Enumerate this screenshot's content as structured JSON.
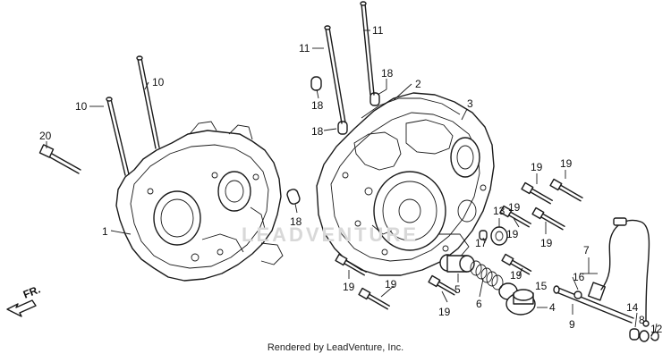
{
  "diagram": {
    "credit": "Rendered by LeadVenture, Inc.",
    "watermark": "LEADVENTURE",
    "direction_marker": "FR.",
    "callouts": [
      {
        "id": "c1",
        "text": "1"
      },
      {
        "id": "c2",
        "text": "2"
      },
      {
        "id": "c3",
        "text": "3"
      },
      {
        "id": "c4",
        "text": "4"
      },
      {
        "id": "c5",
        "text": "5"
      },
      {
        "id": "c6",
        "text": "6"
      },
      {
        "id": "c7",
        "text": "7"
      },
      {
        "id": "c8",
        "text": "8"
      },
      {
        "id": "c9",
        "text": "9"
      },
      {
        "id": "c10a",
        "text": "10"
      },
      {
        "id": "c10b",
        "text": "10"
      },
      {
        "id": "c11a",
        "text": "11"
      },
      {
        "id": "c11b",
        "text": "11"
      },
      {
        "id": "c12",
        "text": "12"
      },
      {
        "id": "c13",
        "text": "13"
      },
      {
        "id": "c14",
        "text": "14"
      },
      {
        "id": "c15",
        "text": "15"
      },
      {
        "id": "c16",
        "text": "16"
      },
      {
        "id": "c17",
        "text": "17"
      },
      {
        "id": "c18a",
        "text": "18"
      },
      {
        "id": "c18b",
        "text": "18"
      },
      {
        "id": "c18c",
        "text": "18"
      },
      {
        "id": "c18d",
        "text": "18"
      },
      {
        "id": "c19a",
        "text": "19"
      },
      {
        "id": "c19b",
        "text": "19"
      },
      {
        "id": "c19c",
        "text": "19"
      },
      {
        "id": "c19d",
        "text": "19"
      },
      {
        "id": "c19e",
        "text": "19"
      },
      {
        "id": "c19f",
        "text": "19"
      },
      {
        "id": "c19g",
        "text": "19"
      },
      {
        "id": "c19h",
        "text": "19"
      },
      {
        "id": "c19i",
        "text": "19"
      },
      {
        "id": "c20",
        "text": "20"
      }
    ]
  }
}
